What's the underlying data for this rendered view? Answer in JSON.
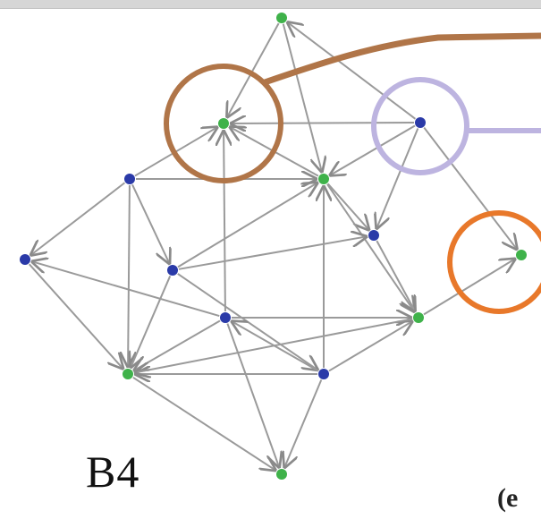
{
  "diagram": {
    "label": "B4",
    "partial_caption": "(e",
    "colors": {
      "edge": "#9a9a9a",
      "node_green": "#3fb24a",
      "node_blue": "#2a3aa8",
      "brown_marker": "#b07548",
      "lavender_marker": "#bdb4e0",
      "orange_marker": "#e8782a"
    },
    "nodes": [
      {
        "id": "n0",
        "color": "green"
      },
      {
        "id": "n1",
        "color": "green"
      },
      {
        "id": "n2",
        "color": "blue"
      },
      {
        "id": "n3",
        "color": "blue"
      },
      {
        "id": "n4",
        "color": "green"
      },
      {
        "id": "n5",
        "color": "blue"
      },
      {
        "id": "n6",
        "color": "blue"
      },
      {
        "id": "n7",
        "color": "blue"
      },
      {
        "id": "n8",
        "color": "green"
      },
      {
        "id": "n9",
        "color": "blue"
      },
      {
        "id": "n10",
        "color": "green"
      },
      {
        "id": "n11",
        "color": "green"
      },
      {
        "id": "n12",
        "color": "blue"
      },
      {
        "id": "n13",
        "color": "green"
      }
    ],
    "edges": [
      [
        "n0",
        "n1"
      ],
      [
        "n0",
        "n4"
      ],
      [
        "n2",
        "n0"
      ],
      [
        "n3",
        "n1"
      ],
      [
        "n4",
        "n1"
      ],
      [
        "n2",
        "n1"
      ],
      [
        "n2",
        "n4"
      ],
      [
        "n2",
        "n8"
      ],
      [
        "n2",
        "n5"
      ],
      [
        "n3",
        "n4"
      ],
      [
        "n3",
        "n6"
      ],
      [
        "n3",
        "n7"
      ],
      [
        "n3",
        "n11"
      ],
      [
        "n4",
        "n5"
      ],
      [
        "n4",
        "n10"
      ],
      [
        "n6",
        "n11"
      ],
      [
        "n9",
        "n6"
      ],
      [
        "n7",
        "n5"
      ],
      [
        "n7",
        "n11"
      ],
      [
        "n7",
        "n4"
      ],
      [
        "n9",
        "n10"
      ],
      [
        "n9",
        "n11"
      ],
      [
        "n9",
        "n13"
      ],
      [
        "n10",
        "n8"
      ],
      [
        "n12",
        "n10"
      ],
      [
        "n12",
        "n11"
      ],
      [
        "n11",
        "n13"
      ],
      [
        "n12",
        "n13"
      ],
      [
        "n5",
        "n10"
      ],
      [
        "n10",
        "n11"
      ],
      [
        "n9",
        "n1"
      ],
      [
        "n12",
        "n4"
      ],
      [
        "n7",
        "n12"
      ],
      [
        "n12",
        "n9"
      ]
    ],
    "highlights": [
      {
        "node": "n1",
        "color": "brown"
      },
      {
        "node": "n2",
        "color": "lavender"
      },
      {
        "node": "n8",
        "color": "orange"
      }
    ]
  }
}
